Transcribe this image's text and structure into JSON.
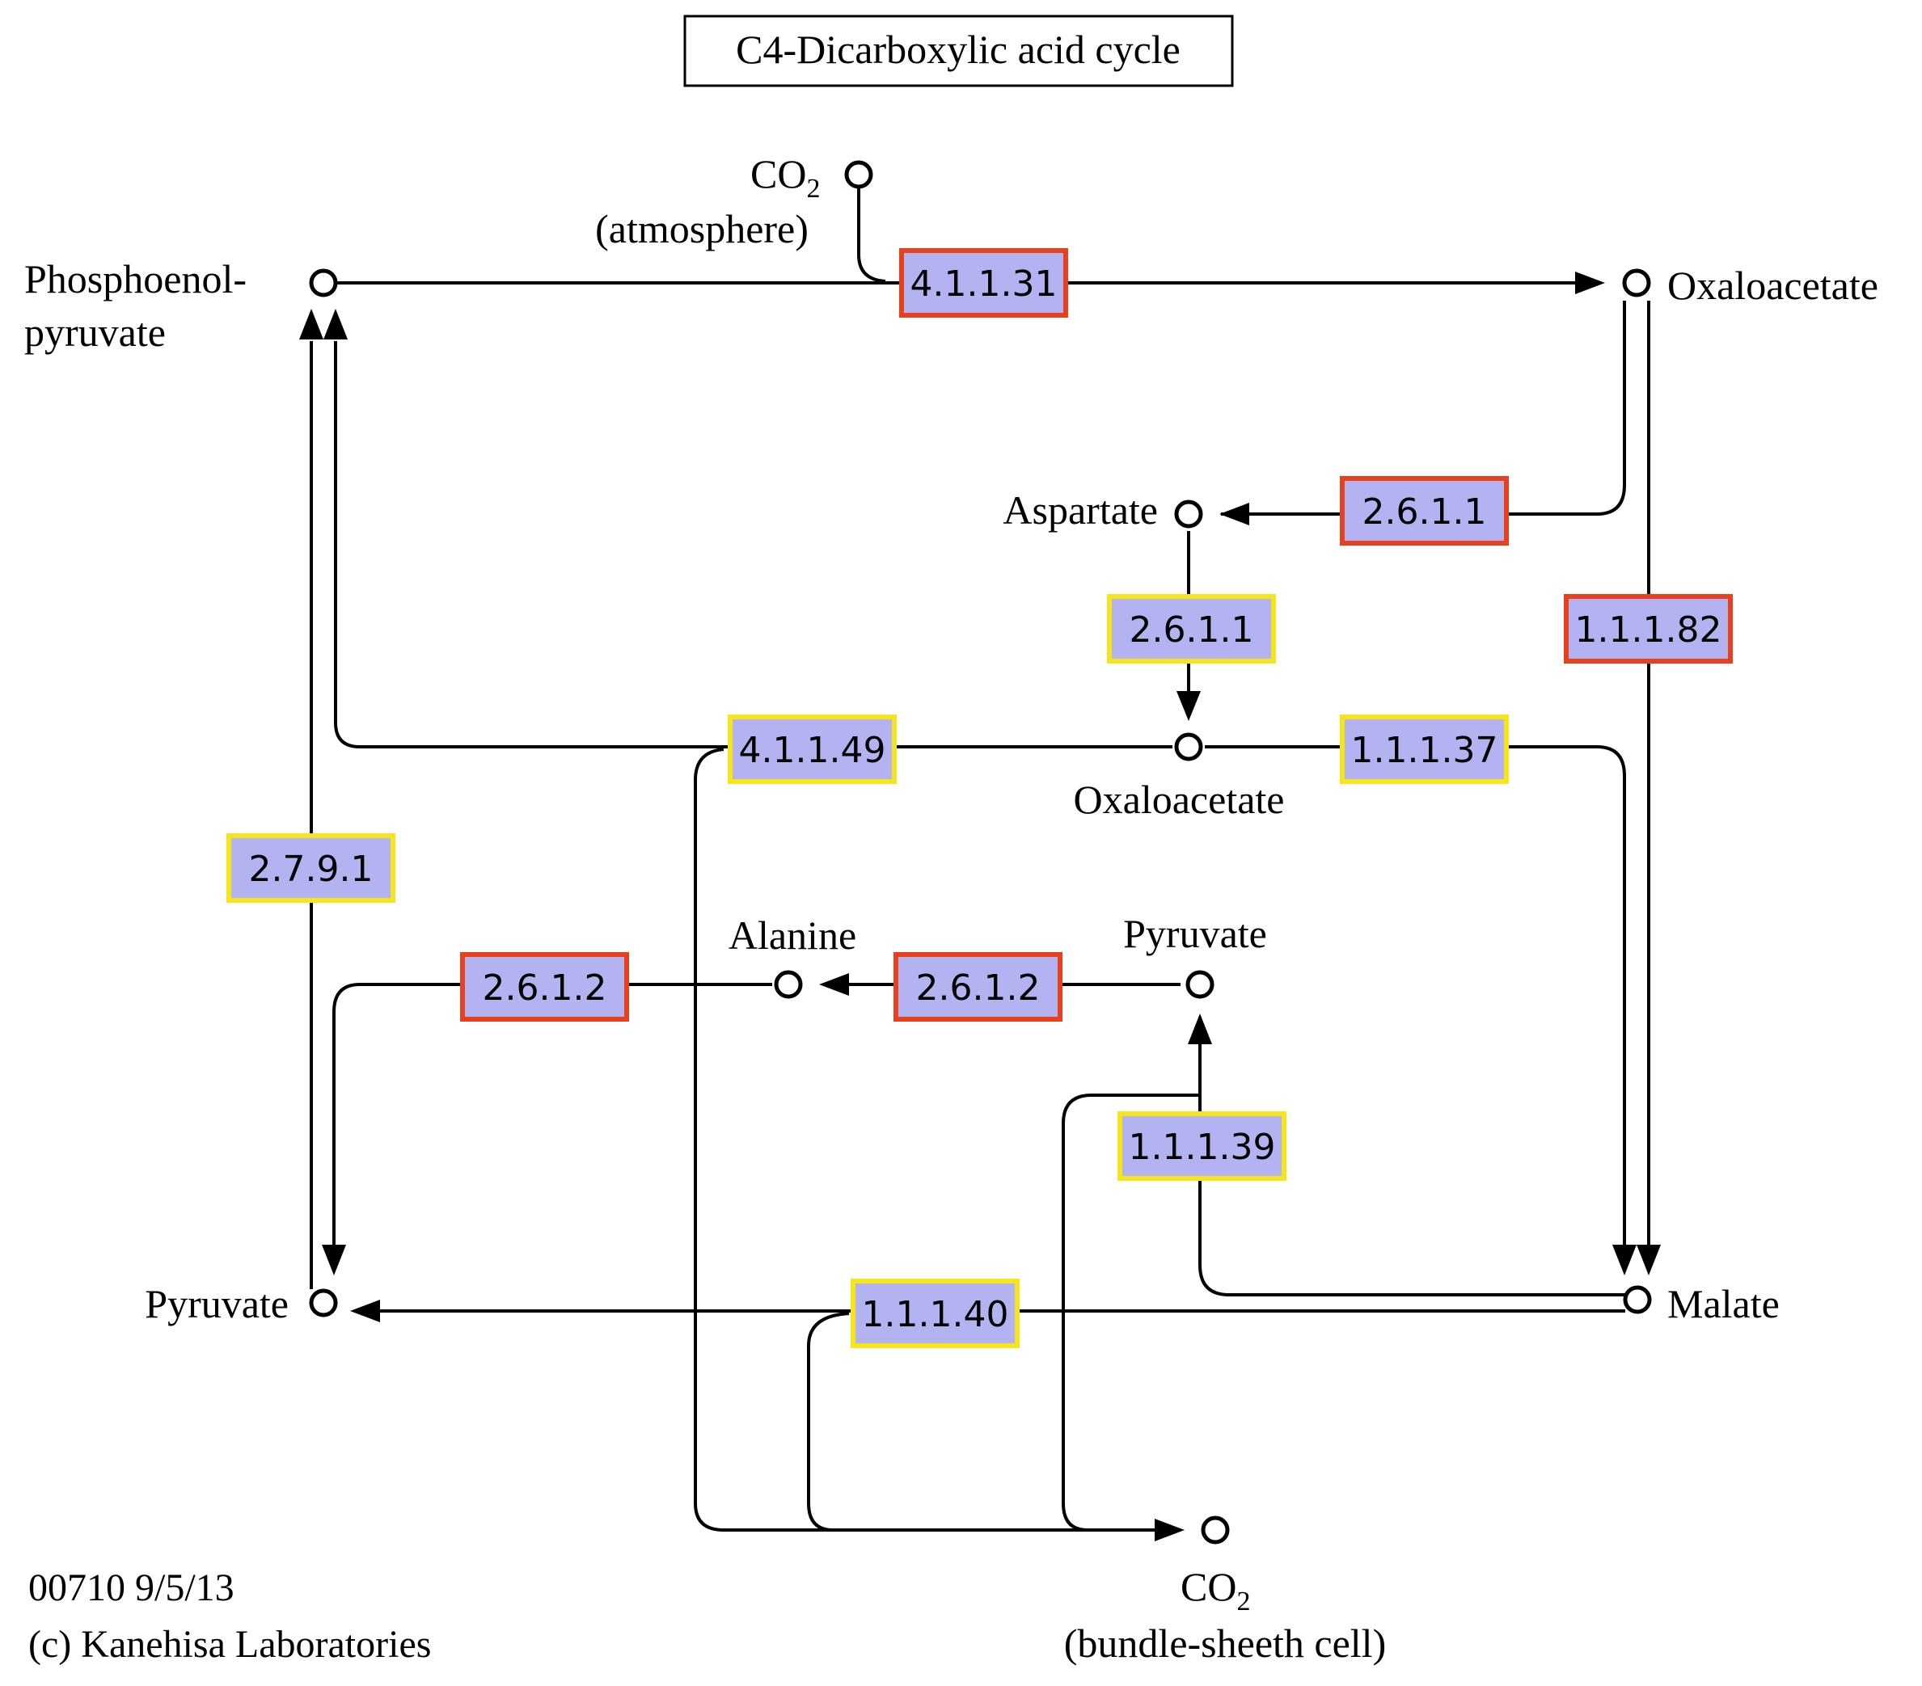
{
  "title": "C4-Dicarboxylic acid cycle",
  "compounds": {
    "pep_line1": "Phosphoenol-",
    "pep_line2": "pyruvate",
    "co2_atm": "CO",
    "co2_atm_sub": "2",
    "atmosphere": "(atmosphere)",
    "oaa_top": "Oxaloacetate",
    "aspartate": "Aspartate",
    "oaa_mid": "Oxaloacetate",
    "alanine": "Alanine",
    "pyruvate_mid": "Pyruvate",
    "pyruvate_left": "Pyruvate",
    "malate": "Malate",
    "co2_bs": "CO",
    "co2_bs_sub": "2",
    "bundle_sheath": "(bundle-sheeth cell)"
  },
  "enzymes": [
    {
      "id": "ec-4-1-1-31",
      "label": "4.1.1.31",
      "border": "#e8401c"
    },
    {
      "id": "ec-2-6-1-1-a",
      "label": "2.6.1.1",
      "border": "#e8401c"
    },
    {
      "id": "ec-2-6-1-1-b",
      "label": "2.6.1.1",
      "border": "#f5e61c"
    },
    {
      "id": "ec-1-1-1-82",
      "label": "1.1.1.82",
      "border": "#e8401c"
    },
    {
      "id": "ec-4-1-1-49",
      "label": "4.1.1.49",
      "border": "#f5e61c"
    },
    {
      "id": "ec-1-1-1-37",
      "label": "1.1.1.37",
      "border": "#f5e61c"
    },
    {
      "id": "ec-2-7-9-1",
      "label": "2.7.9.1",
      "border": "#f5e61c"
    },
    {
      "id": "ec-2-6-1-2-a",
      "label": "2.6.1.2",
      "border": "#e8401c"
    },
    {
      "id": "ec-2-6-1-2-b",
      "label": "2.6.1.2",
      "border": "#e8401c"
    },
    {
      "id": "ec-1-1-1-39",
      "label": "1.1.1.39",
      "border": "#f5e61c"
    },
    {
      "id": "ec-1-1-1-40",
      "label": "1.1.1.40",
      "border": "#f5e61c"
    }
  ],
  "footer": {
    "map_id": "00710 9/5/13",
    "copyright": "(c) Kanehisa Laboratories"
  },
  "colors": {
    "enzyme_fill": "#b3b3f2",
    "highlight_red": "#e8401c",
    "highlight_yellow": "#f5e61c"
  }
}
